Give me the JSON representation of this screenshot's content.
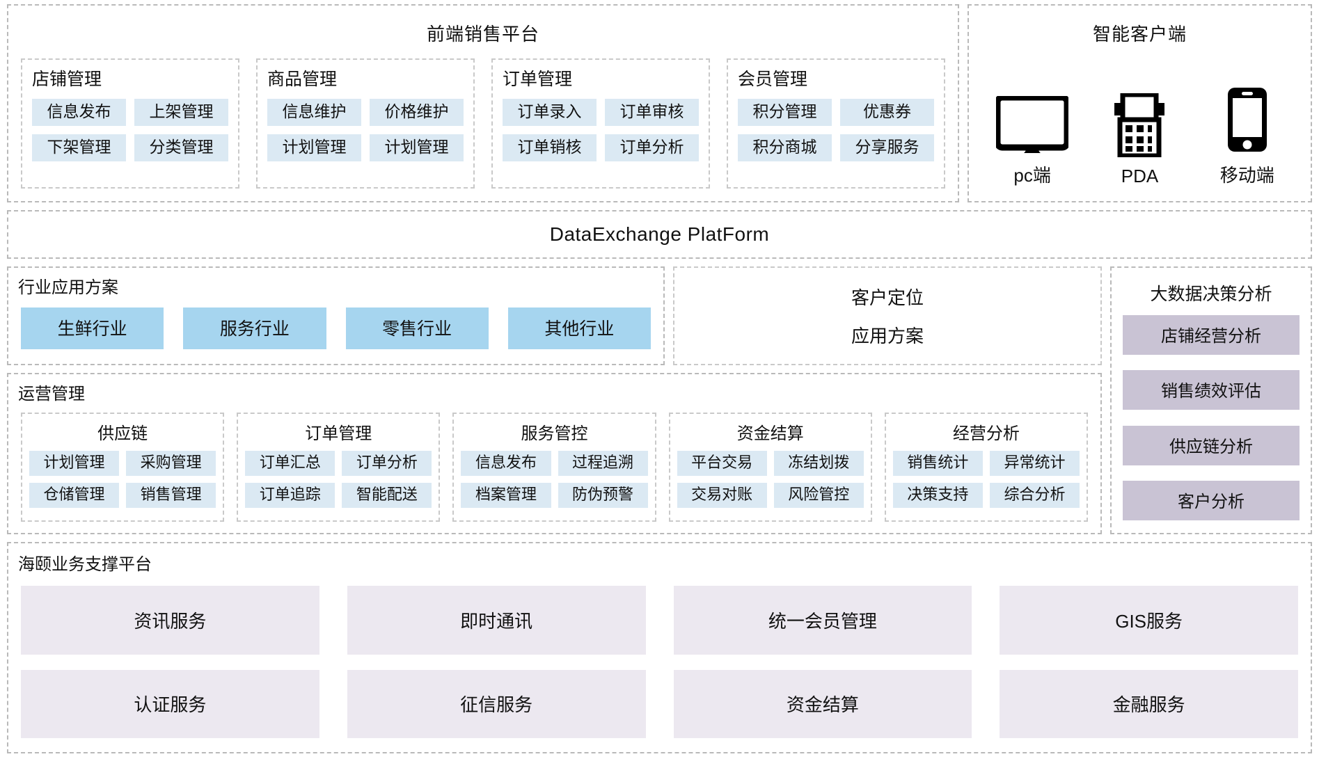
{
  "frontend": {
    "title": "前端销售平台",
    "groups": [
      {
        "title": "店铺管理",
        "items": [
          "信息发布",
          "上架管理",
          "下架管理",
          "分类管理"
        ]
      },
      {
        "title": "商品管理",
        "items": [
          "信息维护",
          "价格维护",
          "计划管理",
          "计划管理"
        ]
      },
      {
        "title": "订单管理",
        "items": [
          "订单录入",
          "订单审核",
          "订单销核",
          "订单分析"
        ]
      },
      {
        "title": "会员管理",
        "items": [
          "积分管理",
          "优惠券",
          "积分商城",
          "分享服务"
        ]
      }
    ]
  },
  "clients": {
    "title": "智能客户端",
    "items": [
      {
        "label": "pc端",
        "icon": "monitor-icon"
      },
      {
        "label": "PDA",
        "icon": "pda-icon"
      },
      {
        "label": "移动端",
        "icon": "mobile-phone-icon"
      }
    ]
  },
  "dataexchange": {
    "title": "DataExchange  PlatForm"
  },
  "industry": {
    "title": "行业应用方案",
    "items": [
      "生鲜行业",
      "服务行业",
      "零售行业",
      "其他行业"
    ]
  },
  "locate": {
    "line1": "客户定位",
    "line2": "应用方案"
  },
  "operations": {
    "title": "运营管理",
    "groups": [
      {
        "title": "供应链",
        "items": [
          "计划管理",
          "采购管理",
          "仓储管理",
          "销售管理"
        ]
      },
      {
        "title": "订单管理",
        "items": [
          "订单汇总",
          "订单分析",
          "订单追踪",
          "智能配送"
        ]
      },
      {
        "title": "服务管控",
        "items": [
          "信息发布",
          "过程追溯",
          "档案管理",
          "防伪预警"
        ]
      },
      {
        "title": "资金结算",
        "items": [
          "平台交易",
          "冻结划拨",
          "交易对账",
          "风险管控"
        ]
      },
      {
        "title": "经营分析",
        "items": [
          "销售统计",
          "异常统计",
          "决策支持",
          "综合分析"
        ]
      }
    ]
  },
  "bigdata": {
    "title": "大数据决策分析",
    "items": [
      "店铺经营分析",
      "销售绩效评估",
      "供应链分析",
      "客户分析"
    ]
  },
  "support": {
    "title": "海颐业务支撑平台",
    "items": [
      "资讯服务",
      "即时通讯",
      "统一会员管理",
      "GIS服务",
      "认证服务",
      "征信服务",
      "资金结算",
      "金融服务"
    ]
  },
  "colors": {
    "chip_blue_light": "#dbe9f3",
    "chip_blue": "#a6d5ef",
    "chip_purple": "#c9c3d4",
    "chip_lavender": "#ece8f0",
    "dash_border": "#b9b9b9"
  }
}
